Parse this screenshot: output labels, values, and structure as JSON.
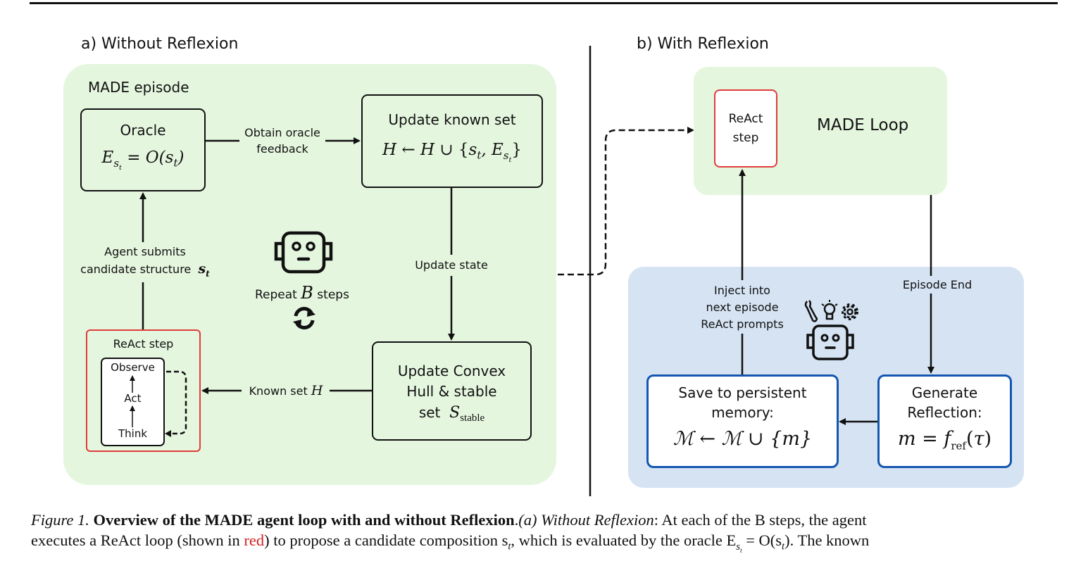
{
  "panel_a": {
    "title": "a) Without Reflexion",
    "episode_label": "MADE episode",
    "oracle": {
      "title": "Oracle",
      "formula": "E_{s_t} = O(s_t)"
    },
    "obtain_feedback": [
      "Obtain oracle",
      "feedback"
    ],
    "update_known": {
      "title": "Update known set",
      "formula": "H ← H ∪ {s_t, E_{s_t}}"
    },
    "update_state": "Update state",
    "agent_submits": [
      "Agent submits",
      "candidate structure"
    ],
    "agent_submits_var": "s_t",
    "repeat_text": "Repeat",
    "repeat_var": "B",
    "repeat_suffix": "steps",
    "react_step": {
      "title": "ReAct step",
      "observe": "Observe",
      "act": "Act",
      "think": "Think"
    },
    "known_set": "Known set",
    "known_set_var": "H",
    "convex_hull": {
      "line1": "Update Convex",
      "line2": "Hull & stable",
      "line3": "set",
      "var": "S",
      "sub": "stable"
    }
  },
  "panel_b": {
    "title": "b) With Reflexion",
    "react_step": [
      "ReAct",
      "step"
    ],
    "made_loop": "MADE Loop",
    "inject": [
      "Inject into",
      "next episode",
      "ReAct prompts"
    ],
    "episode_end": "Episode End",
    "save_memory": {
      "line1": "Save to persistent",
      "line2": "memory:",
      "formula": "ℳ ← ℳ ∪ {m}"
    },
    "generate_reflection": {
      "line1": "Generate",
      "line2": "Reflection:",
      "formula": "m = f_ref(τ)"
    }
  },
  "caption": {
    "figure_label": "Figure 1.",
    "bold_title": "Overview of the MADE agent loop with and without Reflexion",
    "italic_intro": "(a) Without Reflexion",
    "line1_rest": ": At each of the B steps, the agent",
    "line2_a": "executes a ReAct loop (shown in ",
    "red_word": "red",
    "line2_b": ") to propose a candidate composition s",
    "line2_c": ", which is evaluated by the oracle E",
    "line2_d": " = O(s",
    "line2_e": "). The known"
  },
  "colors": {
    "green_panel": "#e5f6df",
    "blue_panel": "#d5e3f3",
    "blue_border": "#1557b0",
    "red_border": "#e03b3b",
    "red_text": "#d42020"
  }
}
